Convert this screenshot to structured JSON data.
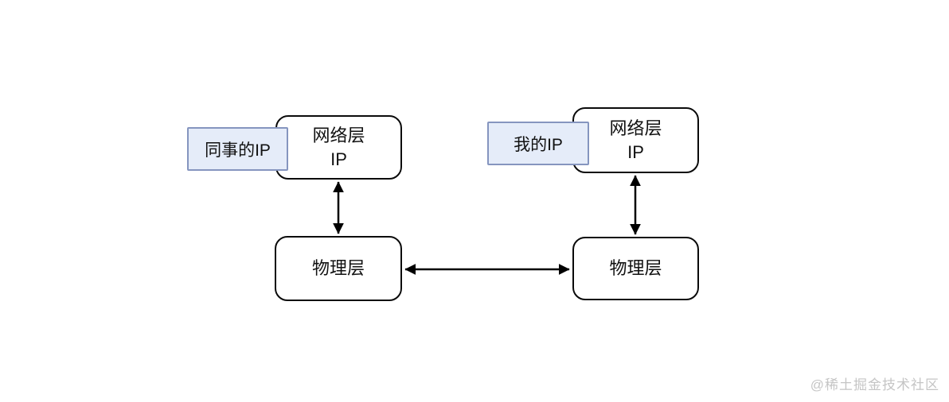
{
  "diagram": {
    "left_host": {
      "ip_tag": "同事的IP",
      "network_box": {
        "line1": "网络层",
        "line2": "IP"
      },
      "physical_box": "物理层"
    },
    "right_host": {
      "ip_tag": "我的IP",
      "network_box": {
        "line1": "网络层",
        "line2": "IP"
      },
      "physical_box": "物理层"
    },
    "colors": {
      "tag_fill": "#e5ecf9",
      "tag_border": "#8595bf",
      "box_border": "#0a0a0a",
      "arrow": "#000000",
      "watermark": "#c5c5c5",
      "background": "#ffffff"
    }
  },
  "watermark": {
    "text": "@稀土掘金技术社区"
  }
}
